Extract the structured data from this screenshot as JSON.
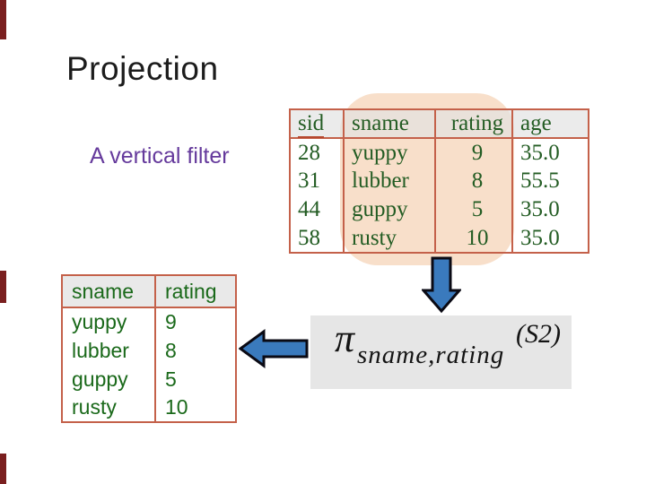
{
  "slide": {
    "title": "Projection",
    "subtitle": "A vertical filter"
  },
  "source_table": {
    "name": "S2",
    "columns": [
      "sid",
      "sname",
      "rating",
      "age"
    ],
    "key_column": "sid",
    "rows": [
      [
        "28",
        "yuppy",
        "9",
        "35.0"
      ],
      [
        "31",
        "lubber",
        "8",
        "55.5"
      ],
      [
        "44",
        "guppy",
        "5",
        "35.0"
      ],
      [
        "58",
        "rusty",
        "10",
        "35.0"
      ]
    ]
  },
  "result_table": {
    "columns": [
      "sname",
      "rating"
    ],
    "rows": [
      [
        "yuppy",
        "9"
      ],
      [
        "lubber",
        "8"
      ],
      [
        "guppy",
        "5"
      ],
      [
        "rusty",
        "10"
      ]
    ]
  },
  "formula": {
    "operator": "π",
    "subscript": "sname,rating",
    "operand": "(S2)"
  },
  "icons": {
    "down_arrow": "arrow-down-icon",
    "left_arrow": "arrow-left-icon"
  },
  "colors": {
    "table_border": "#c4614a",
    "table_text_serif": "#235c23",
    "table_text_sans": "#1a691a",
    "key_underline": "#b5472e",
    "subtitle_purple": "#653a9c",
    "arrow_blue": "#3a7abd",
    "arrow_outline": "#0a0a14",
    "highlight_peach": "#f1bf95",
    "formula_box_bg": "#e6e6e6",
    "header_bg": "#e9e9e9",
    "edge_accent": "#7a1f1f"
  }
}
